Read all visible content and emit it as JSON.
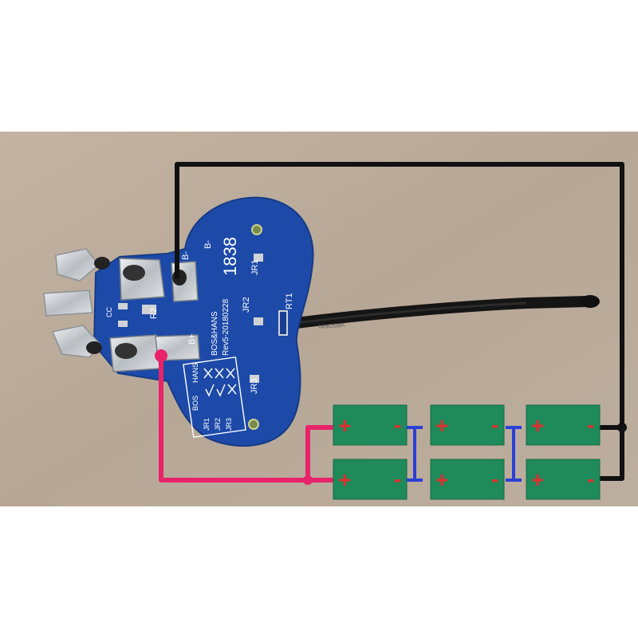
{
  "colors": {
    "background": "#ffffff",
    "cardboard": "#b9aa9a",
    "pcb": "#1d4aa8",
    "pcb_text": "#ffffff",
    "cell": "#1f8a5a",
    "plus": "#e02d2d",
    "minus": "#e02d2d",
    "wire_black": "#111111",
    "wire_pink": "#e8236a",
    "wire_blue": "#2a3fd6",
    "metal": "#cfd3d6"
  },
  "board": {
    "label_b_minus": "B-",
    "label_b_minus_2": "B-",
    "label_b_plus": "B+",
    "label_jr1": "JR1",
    "label_jr2": "JR2",
    "label_jr3": "JR3",
    "label_rt1": "RT1",
    "label_r2": "R2",
    "label_cc": "CC",
    "brand": "BOS&HANS",
    "revision": "Rev5-20180228",
    "digits": "1838",
    "table_header": [
      "BOS",
      "HANS"
    ],
    "table_rows": [
      "JR1",
      "JR2",
      "JR3"
    ]
  },
  "thermistor": {
    "label": "NIMDSBH"
  },
  "cells": [
    {
      "plus": "+",
      "minus": "-"
    },
    {
      "plus": "+",
      "minus": "-"
    },
    {
      "plus": "+",
      "minus": "-"
    },
    {
      "plus": "+",
      "minus": "-"
    },
    {
      "plus": "+",
      "minus": "-"
    },
    {
      "plus": "+",
      "minus": "-"
    }
  ]
}
